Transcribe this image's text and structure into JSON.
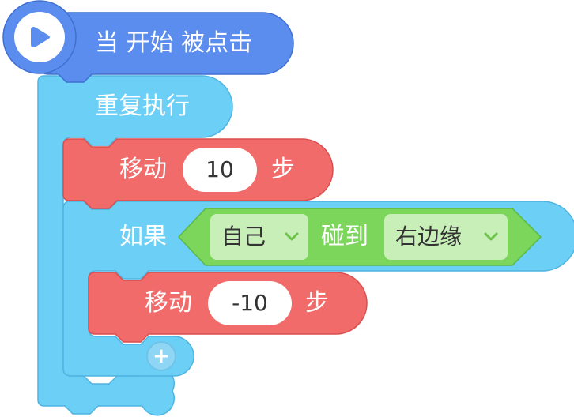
{
  "colors": {
    "event": "#5b8def",
    "control": "#6ccff6",
    "motion": "#f26b6b",
    "sensing": "#7bd65b",
    "dropdown_bg": "#c8efb8",
    "text_light": "#ffffff",
    "text_dark": "#333333"
  },
  "hat_block": {
    "label": "当 开始 被点击",
    "icon": "play-icon"
  },
  "repeat_block": {
    "label": "重复执行"
  },
  "move_block_1": {
    "label": "移动",
    "steps": "10",
    "unit": "步"
  },
  "if_block": {
    "label": "如果",
    "condition": {
      "object": "自己",
      "operator": "碰到",
      "target": "右边缘"
    }
  },
  "move_block_2": {
    "label": "移动",
    "steps": "-10",
    "unit": "步"
  },
  "add_button": {
    "symbol": "+"
  }
}
